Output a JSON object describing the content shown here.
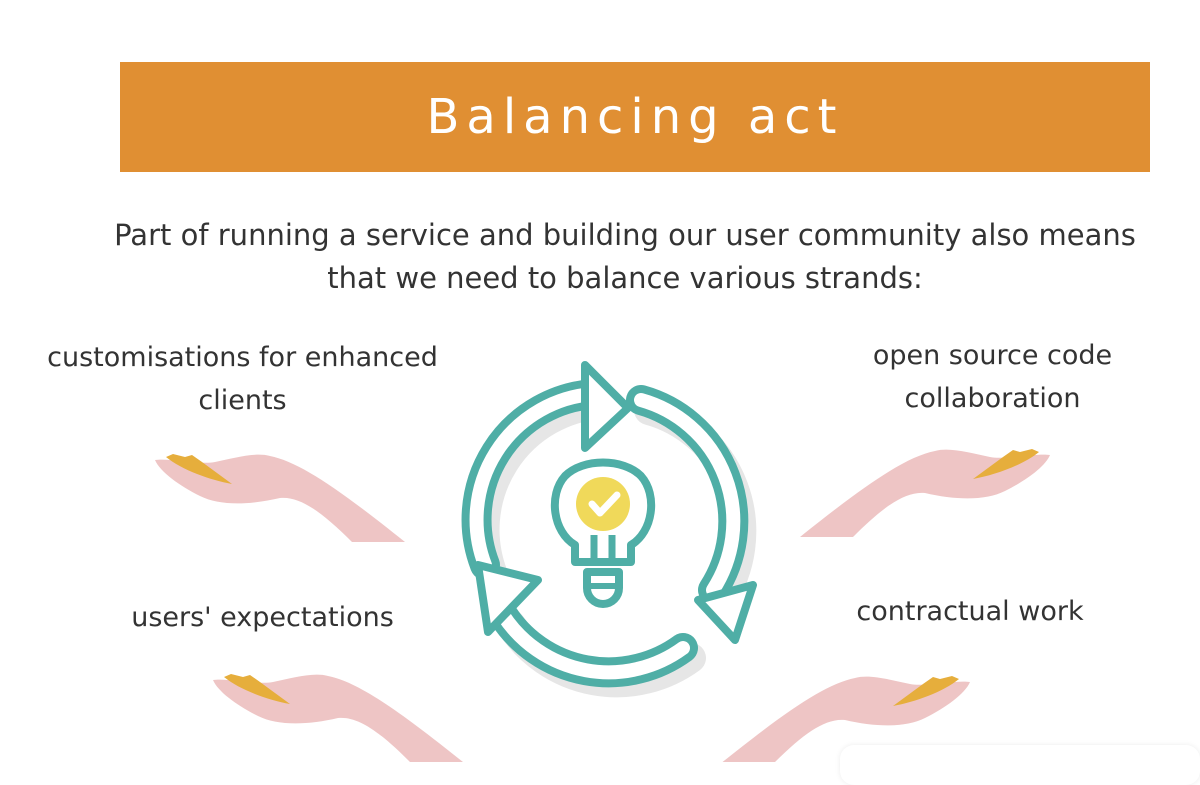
{
  "title": "Balancing act",
  "intro": "Part of running a service and building our user community also means that we need to balance various strands:",
  "strands": {
    "top_left": "customisations for enhanced clients",
    "top_right": "open source code collaboration",
    "bottom_left": "users' expectations",
    "bottom_right": "contractual work"
  },
  "colors": {
    "banner": "#E08F33",
    "teal": "#4FAEA6",
    "bulb": "#F0D95A",
    "hand": "#EEC5C5",
    "coin": "#E6AE3C"
  }
}
